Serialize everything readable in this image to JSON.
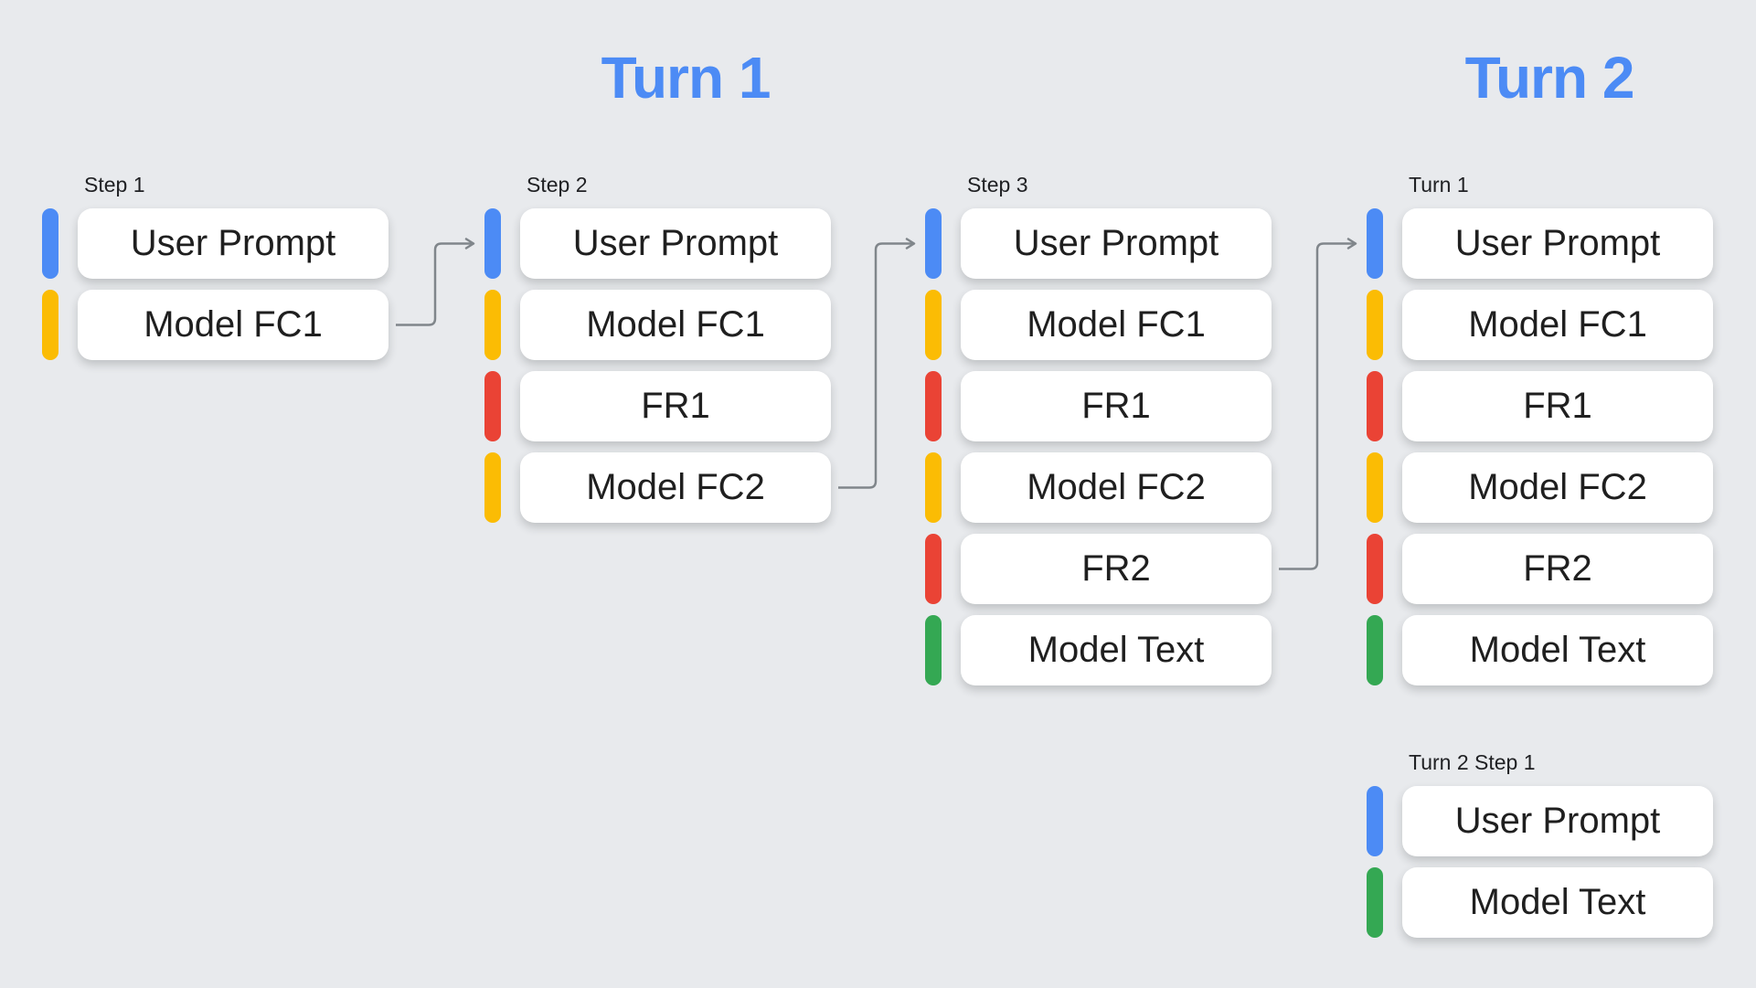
{
  "headers": [
    {
      "label": "Turn 1"
    },
    {
      "label": "Turn 2"
    }
  ],
  "columns": [
    {
      "label": "Step 1",
      "items": [
        {
          "text": "User Prompt",
          "type": "user_prompt"
        },
        {
          "text": "Model FC1",
          "type": "model_function_call"
        }
      ]
    },
    {
      "label": "Step 2",
      "items": [
        {
          "text": "User Prompt",
          "type": "user_prompt"
        },
        {
          "text": "Model FC1",
          "type": "model_function_call"
        },
        {
          "text": "FR1",
          "type": "function_response"
        },
        {
          "text": "Model FC2",
          "type": "model_function_call"
        }
      ]
    },
    {
      "label": "Step 3",
      "items": [
        {
          "text": "User Prompt",
          "type": "user_prompt"
        },
        {
          "text": "Model FC1",
          "type": "model_function_call"
        },
        {
          "text": "FR1",
          "type": "function_response"
        },
        {
          "text": "Model FC2",
          "type": "model_function_call"
        },
        {
          "text": "FR2",
          "type": "function_response"
        },
        {
          "text": "Model Text",
          "type": "model_text"
        }
      ]
    },
    {
      "label": "Turn 1",
      "items": [
        {
          "text": "User Prompt",
          "type": "user_prompt"
        },
        {
          "text": "Model FC1",
          "type": "model_function_call"
        },
        {
          "text": "FR1",
          "type": "function_response"
        },
        {
          "text": "Model FC2",
          "type": "model_function_call"
        },
        {
          "text": "FR2",
          "type": "function_response"
        },
        {
          "text": "Model Text",
          "type": "model_text"
        }
      ]
    },
    {
      "label": "Turn 2 Step 1",
      "items": [
        {
          "text": "User Prompt",
          "type": "user_prompt"
        },
        {
          "text": "Model Text",
          "type": "model_text"
        }
      ]
    }
  ],
  "arrows": [
    {
      "from_col": 0,
      "from_item": 1,
      "to_col": 1,
      "to_item": 0
    },
    {
      "from_col": 1,
      "from_item": 3,
      "to_col": 2,
      "to_item": 0
    },
    {
      "from_col": 2,
      "from_item": 4,
      "to_col": 3,
      "to_item": 0
    }
  ],
  "colors": {
    "user_prompt": "#4C8BF5",
    "model_function_call": "#FBBC04",
    "function_response": "#EA4335",
    "model_text": "#34A853",
    "header": "#4C8BF5",
    "arrow": "#80868B",
    "background": "#E8EAED",
    "box_text": "#1F1F1F"
  }
}
